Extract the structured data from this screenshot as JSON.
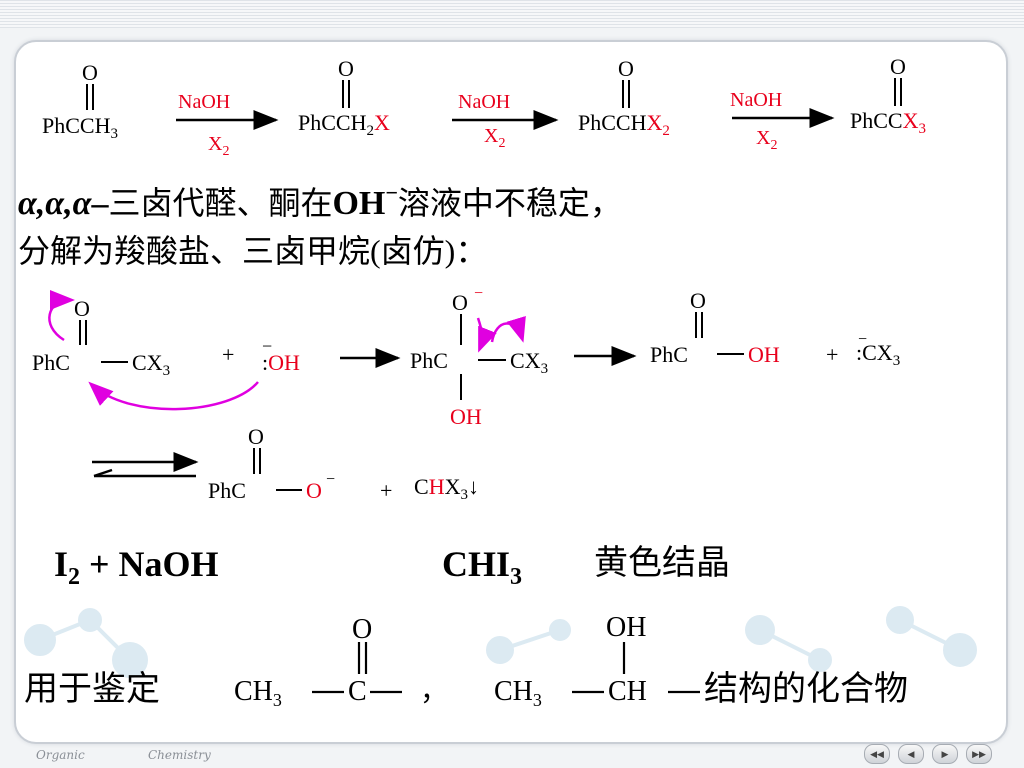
{
  "row1": {
    "m1": {
      "o": "O",
      "pre": "PhC",
      "grp": "CH",
      "sub": "3"
    },
    "a1": {
      "top": "NaOH",
      "bot": "X",
      "bsub": "2"
    },
    "m2": {
      "o": "O",
      "pre": "PhC",
      "grp": "CH",
      "sub": "2",
      "x": "X"
    },
    "a2": {
      "top": "NaOH",
      "bot": "X",
      "bsub": "2"
    },
    "m3": {
      "o": "O",
      "pre": "PhC",
      "grp": "CH",
      "x": "X",
      "xsub": "2"
    },
    "a3": {
      "top": "NaOH",
      "bot": "X",
      "bsub": "2"
    },
    "m4": {
      "o": "O",
      "pre": "PhC",
      "grp": "C",
      "x": "X",
      "xsub": "3"
    }
  },
  "text1": {
    "alpha": "α,α,α",
    "dash": "–",
    "cn1": "三卤代醛、酮在",
    "oh": "OH",
    "sup": "−",
    "cn2": "溶液中不稳定，",
    "line2": "分解为羧酸盐、三卤甲烷(卤仿)："
  },
  "mech": {
    "s1": {
      "o": "O",
      "pre": "PhC",
      "grp": "CX",
      "sub": "3"
    },
    "plus1": "+",
    "nuc": {
      "charge": "−",
      "dots": ":",
      "oh": "OH"
    },
    "int": {
      "o": "O",
      "charge": "−",
      "pre": "PhC",
      "grp": "CX",
      "sub": "3",
      "oh": "OH"
    },
    "acid": {
      "o": "O",
      "pre": "PhC",
      "oh": "OH"
    },
    "plus2": "+",
    "cx3": {
      "charge": "−",
      "dots": ":",
      "grp": "CX",
      "sub": "3"
    },
    "carb": {
      "o": "O",
      "pre": "PhC",
      "anion": "O",
      "charge": "−"
    },
    "plus3": "+",
    "haloform": {
      "c": "C",
      "h": "H",
      "x": "X",
      "sub": "3",
      "down": "↓"
    }
  },
  "iodo": {
    "i": "I",
    "isub": "2",
    "rest": " + NaOH",
    "prod": "CHI",
    "psub": "3",
    "desc": "黄色结晶"
  },
  "usage": {
    "lead": "用于鉴定",
    "f1": {
      "o": "O",
      "ch": "CH",
      "sub": "3",
      "c": "C"
    },
    "comma": "，",
    "f2": {
      "oh": "OH",
      "ch": "CH",
      "sub": "3",
      "chh": "CH"
    },
    "tail": "结构的化合物"
  },
  "footer": {
    "left": "Organic",
    "right": "Chemistry"
  },
  "colors": {
    "red": "#e8001c",
    "magenta": "#e000e0",
    "black": "#000000"
  }
}
